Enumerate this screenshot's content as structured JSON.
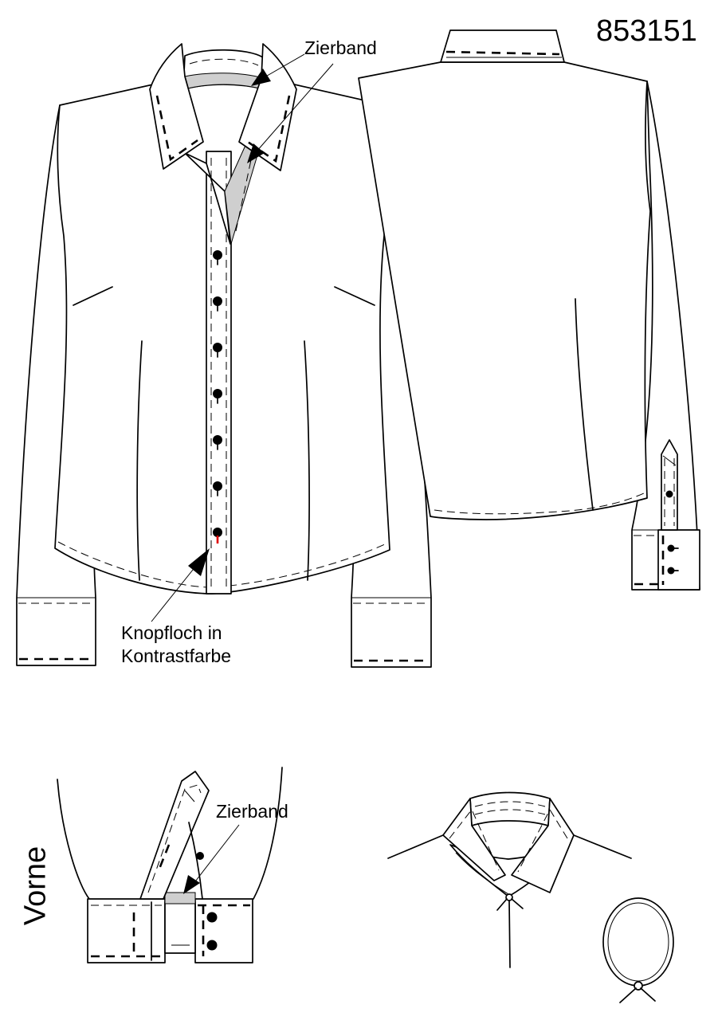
{
  "model_number": "853151",
  "labels": {
    "zierband_collar": "Zierband",
    "knopfloch_line1": "Knopfloch in",
    "knopfloch_line2": "Kontrastfarbe",
    "zierband_cuff": "Zierband",
    "vorne": "Vorne"
  },
  "colors": {
    "line": "#000000",
    "band": "#cfcfcf",
    "contrast_buttonhole": "#e00000",
    "background": "#ffffff"
  },
  "front_buttons": 7,
  "back_cuff_buttons": 2,
  "detail_cuff_buttons": 2
}
